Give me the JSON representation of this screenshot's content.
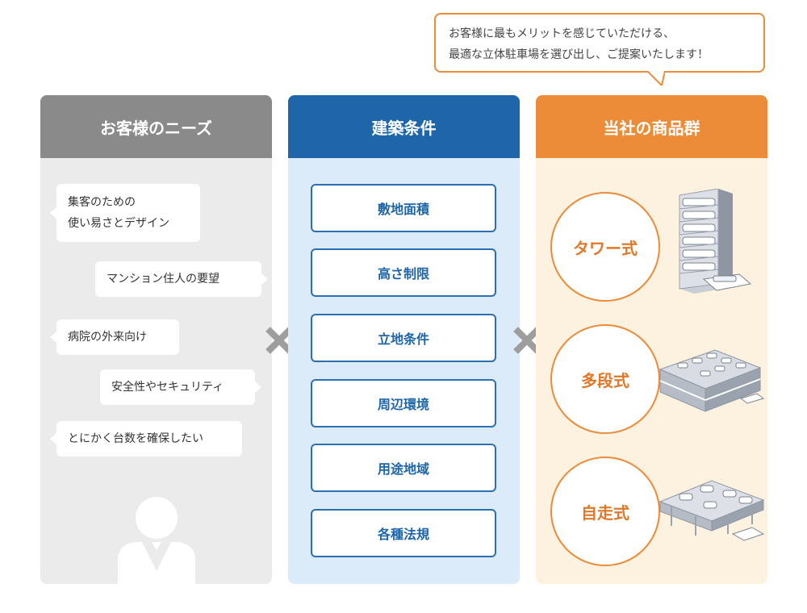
{
  "callout": {
    "line1": "お客様に最もメリットを感じていただける、",
    "line2": "最適な立体駐車場を選び出し、ご提案いたします！"
  },
  "needs": {
    "title": "お客様のニーズ",
    "items": [
      {
        "lines": [
          "集客のための",
          "使い易さとデザイン"
        ]
      },
      {
        "lines": [
          "マンション住人の要望"
        ]
      },
      {
        "lines": [
          "病院の外来向け"
        ]
      },
      {
        "lines": [
          "安全性やセキュリティ"
        ]
      },
      {
        "lines": [
          "とにかく台数を確保したい"
        ]
      }
    ]
  },
  "conditions": {
    "title": "建築条件",
    "items": [
      "敷地面積",
      "高さ制限",
      "立地条件",
      "周辺環境",
      "用途地域",
      "各種法規"
    ]
  },
  "products": {
    "title": "当社の商品群",
    "items": [
      "タワー式",
      "多段式",
      "自走式"
    ]
  },
  "operator_icon": "times-icon",
  "colors": {
    "needs": "#8a8a8a",
    "conditions": "#1e66a9",
    "products": "#ec8b38",
    "needs_bg": "#ebebeb",
    "conditions_bg": "#dcebf9",
    "products_bg": "#fdf1e0"
  }
}
